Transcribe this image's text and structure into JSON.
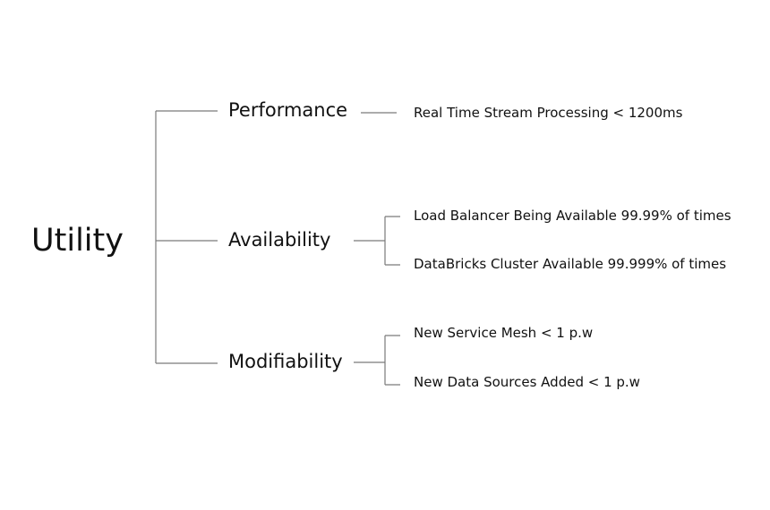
{
  "tree": {
    "root": "Utility",
    "categories": [
      {
        "label": "Performance",
        "items": [
          "Real Time Stream Processing < 1200ms"
        ]
      },
      {
        "label": "Availability",
        "items": [
          "Load Balancer Being Available 99.99% of times",
          "DataBricks Cluster Available 99.999% of times"
        ]
      },
      {
        "label": "Modifiability",
        "items": [
          "New Service Mesh < 1 p.w",
          "New Data Sources Added < 1 p.w"
        ]
      }
    ]
  },
  "colors": {
    "text": "#111111",
    "line": "#7a7a7a",
    "background": "#ffffff"
  }
}
